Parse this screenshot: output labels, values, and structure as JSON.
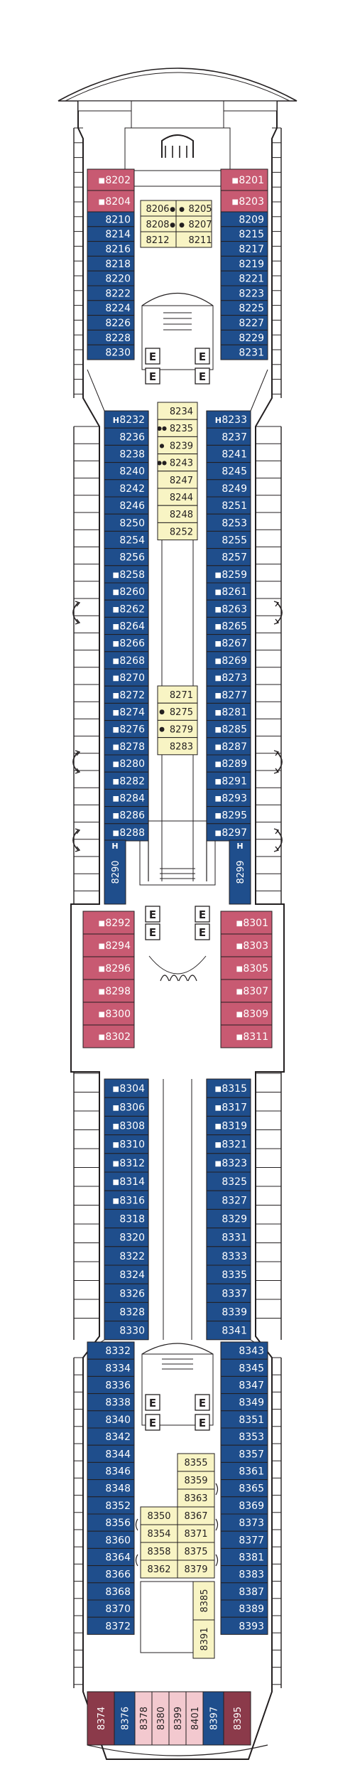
{
  "colors": {
    "outline": "#231f20",
    "balcony": "#1f4e8c",
    "suite": "#c85a72",
    "inside": "#f8f4c4",
    "aft_suite": "#8b3a4a",
    "aft_light": "#f3c9cf",
    "white_text": "#ffffff",
    "dark_text": "#231f20"
  },
  "symbols": {
    "accessible": "H",
    "elevator": "E",
    "square_marker": "■",
    "dot_marker": "●",
    "connecting_arrow": "arc-arrow-icon"
  },
  "forward_suites": {
    "left": [
      {
        "number": "8202",
        "marker": "■"
      },
      {
        "number": "8204",
        "marker": "■"
      }
    ],
    "right": [
      {
        "number": "8201",
        "marker": "■"
      },
      {
        "number": "8203",
        "marker": "■"
      }
    ]
  },
  "forward_balcony": {
    "left": [
      "8210",
      "8214",
      "8216",
      "8218",
      "8220",
      "8222",
      "8224",
      "8226",
      "8228",
      "8230"
    ],
    "right": [
      "8209",
      "8215",
      "8217",
      "8219",
      "8221",
      "8223",
      "8225",
      "8227",
      "8229",
      "8231"
    ]
  },
  "forward_inside": [
    {
      "number": "8206",
      "marker": "●"
    },
    {
      "number": "8205",
      "marker": "●"
    },
    {
      "number": "8208",
      "marker": "●"
    },
    {
      "number": "8207",
      "marker": "●"
    },
    {
      "number": "8212",
      "marker": ""
    },
    {
      "number": "8211",
      "marker": ""
    }
  ],
  "mid_balcony_left": [
    {
      "number": "8232",
      "marker": "H"
    },
    {
      "number": "8236",
      "marker": ""
    },
    {
      "number": "8238",
      "marker": ""
    },
    {
      "number": "8240",
      "marker": ""
    },
    {
      "number": "8242",
      "marker": ""
    },
    {
      "number": "8246",
      "marker": ""
    },
    {
      "number": "8250",
      "marker": ""
    },
    {
      "number": "8254",
      "marker": ""
    },
    {
      "number": "8256",
      "marker": ""
    },
    {
      "number": "8258",
      "marker": "■"
    },
    {
      "number": "8260",
      "marker": "■"
    },
    {
      "number": "8262",
      "marker": "■"
    },
    {
      "number": "8264",
      "marker": "■"
    },
    {
      "number": "8266",
      "marker": "■"
    },
    {
      "number": "8268",
      "marker": "■"
    },
    {
      "number": "8270",
      "marker": "■"
    },
    {
      "number": "8272",
      "marker": "■"
    },
    {
      "number": "8274",
      "marker": "■"
    },
    {
      "number": "8276",
      "marker": "■"
    },
    {
      "number": "8278",
      "marker": "■"
    },
    {
      "number": "8280",
      "marker": "■"
    },
    {
      "number": "8282",
      "marker": "■"
    },
    {
      "number": "8284",
      "marker": "■"
    },
    {
      "number": "8286",
      "marker": "■"
    },
    {
      "number": "8288",
      "marker": "■"
    }
  ],
  "mid_balcony_right": [
    {
      "number": "8233",
      "marker": "H"
    },
    {
      "number": "8237",
      "marker": ""
    },
    {
      "number": "8241",
      "marker": ""
    },
    {
      "number": "8245",
      "marker": ""
    },
    {
      "number": "8249",
      "marker": ""
    },
    {
      "number": "8251",
      "marker": ""
    },
    {
      "number": "8253",
      "marker": ""
    },
    {
      "number": "8255",
      "marker": ""
    },
    {
      "number": "8257",
      "marker": ""
    },
    {
      "number": "8259",
      "marker": "■"
    },
    {
      "number": "8261",
      "marker": "■"
    },
    {
      "number": "8263",
      "marker": "■"
    },
    {
      "number": "8265",
      "marker": "■"
    },
    {
      "number": "8267",
      "marker": "■"
    },
    {
      "number": "8269",
      "marker": "■"
    },
    {
      "number": "8273",
      "marker": "■"
    },
    {
      "number": "8277",
      "marker": "■"
    },
    {
      "number": "8281",
      "marker": "■"
    },
    {
      "number": "8285",
      "marker": "■"
    },
    {
      "number": "8287",
      "marker": "■"
    },
    {
      "number": "8289",
      "marker": "■"
    },
    {
      "number": "8291",
      "marker": "■"
    },
    {
      "number": "8293",
      "marker": "■"
    },
    {
      "number": "8295",
      "marker": "■"
    },
    {
      "number": "8297",
      "marker": "■"
    }
  ],
  "mid_inside_upper": [
    {
      "number": "8234",
      "marker": ""
    },
    {
      "number": "8235",
      "marker": "●●"
    },
    {
      "number": "8239",
      "marker": "●"
    },
    {
      "number": "8243",
      "marker": "●●"
    },
    {
      "number": "8247",
      "marker": ""
    },
    {
      "number": "8244",
      "marker": ""
    },
    {
      "number": "8248",
      "marker": ""
    },
    {
      "number": "8252",
      "marker": ""
    }
  ],
  "mid_inside_lower": [
    {
      "number": "8271",
      "marker": ""
    },
    {
      "number": "8275",
      "marker": "●"
    },
    {
      "number": "8279",
      "marker": "●"
    },
    {
      "number": "8283",
      "marker": ""
    }
  ],
  "accessible_vertical": {
    "left": "8290",
    "right": "8299"
  },
  "mid_suites": {
    "left": [
      "8292",
      "8294",
      "8296",
      "8298",
      "8300",
      "8302"
    ],
    "right": [
      "8301",
      "8303",
      "8305",
      "8307",
      "8309",
      "8311"
    ]
  },
  "aft_balcony_upper": {
    "left": [
      {
        "number": "8304",
        "marker": "■"
      },
      {
        "number": "8306",
        "marker": "■"
      },
      {
        "number": "8308",
        "marker": "■"
      },
      {
        "number": "8310",
        "marker": "■"
      },
      {
        "number": "8312",
        "marker": "■"
      },
      {
        "number": "8314",
        "marker": "■"
      },
      {
        "number": "8316",
        "marker": "■"
      },
      {
        "number": "8318",
        "marker": ""
      },
      {
        "number": "8320",
        "marker": ""
      },
      {
        "number": "8322",
        "marker": ""
      },
      {
        "number": "8324",
        "marker": ""
      },
      {
        "number": "8326",
        "marker": ""
      },
      {
        "number": "8328",
        "marker": ""
      },
      {
        "number": "8330",
        "marker": ""
      }
    ],
    "right": [
      {
        "number": "8315",
        "marker": "■"
      },
      {
        "number": "8317",
        "marker": "■"
      },
      {
        "number": "8319",
        "marker": "■"
      },
      {
        "number": "8321",
        "marker": "■"
      },
      {
        "number": "8323",
        "marker": "■"
      },
      {
        "number": "8325",
        "marker": ""
      },
      {
        "number": "8327",
        "marker": ""
      },
      {
        "number": "8329",
        "marker": ""
      },
      {
        "number": "8331",
        "marker": ""
      },
      {
        "number": "8333",
        "marker": ""
      },
      {
        "number": "8335",
        "marker": ""
      },
      {
        "number": "8337",
        "marker": ""
      },
      {
        "number": "8339",
        "marker": ""
      },
      {
        "number": "8341",
        "marker": ""
      }
    ]
  },
  "aft_balcony_lower": {
    "left": [
      "8332",
      "8334",
      "8336",
      "8338",
      "8340",
      "8342",
      "8344",
      "8346",
      "8348",
      "8352",
      "8356",
      "8360",
      "8364",
      "8366",
      "8368",
      "8370",
      "8372"
    ],
    "right": [
      "8343",
      "8345",
      "8347",
      "8349",
      "8351",
      "8353",
      "8357",
      "8361",
      "8365",
      "8369",
      "8373",
      "8377",
      "8381",
      "8383",
      "8387",
      "8389",
      "8393"
    ]
  },
  "aft_inside": {
    "right_column": [
      "8355",
      "8359",
      "8363",
      "8367",
      "8371",
      "8375",
      "8379"
    ],
    "left_column": [
      "8350",
      "8354",
      "8358",
      "8362"
    ],
    "vertical": [
      "8385",
      "8391"
    ]
  },
  "stern": [
    {
      "number": "8374",
      "style": "aft_suite"
    },
    {
      "number": "8376",
      "style": "balcony"
    },
    {
      "number": "8378",
      "style": "aft_light"
    },
    {
      "number": "8380",
      "style": "aft_light"
    },
    {
      "number": "8399",
      "style": "aft_light"
    },
    {
      "number": "8401",
      "style": "aft_light"
    },
    {
      "number": "8397",
      "style": "balcony"
    },
    {
      "number": "8395",
      "style": "aft_suite"
    }
  ]
}
